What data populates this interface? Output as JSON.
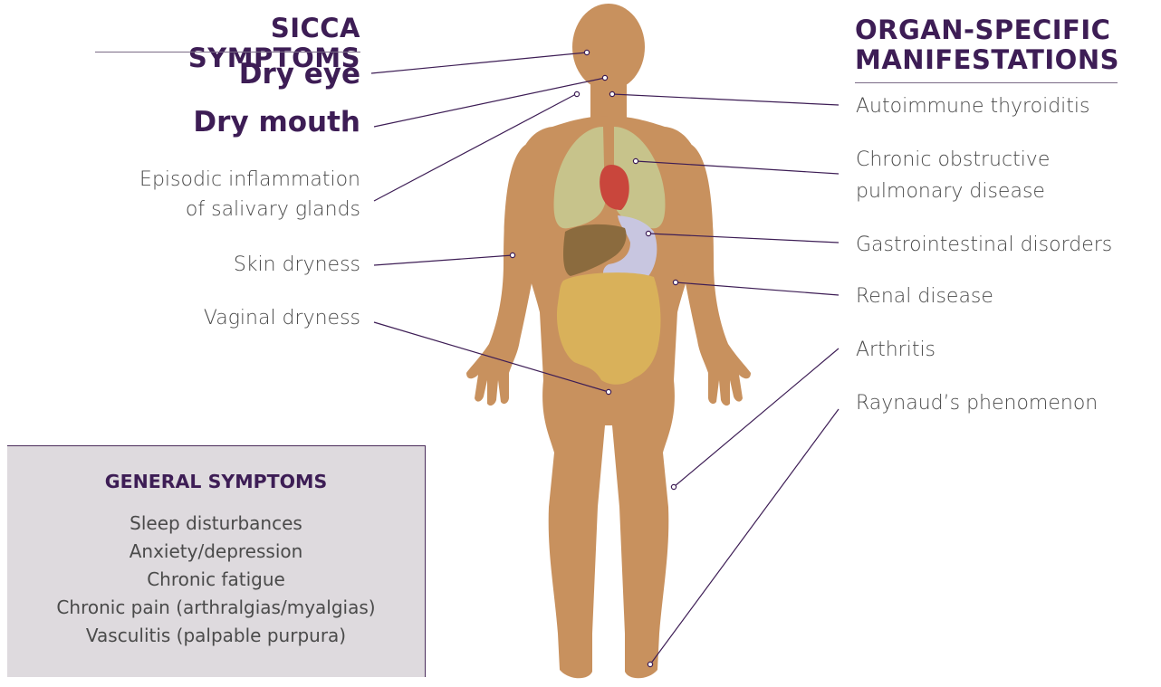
{
  "sicca": {
    "heading": "SICCA SYMPTOMS",
    "primary": [
      "Dry eye",
      "Dry mouth"
    ],
    "secondary": [
      "Episodic inflammation\nof salivary glands",
      "Skin dryness",
      "Vaginal dryness"
    ]
  },
  "organ": {
    "heading_line1": "ORGAN-SPECIFIC",
    "heading_line2": "MANIFESTATIONS",
    "items": [
      "Autoimmune thyroiditis",
      "Chronic obstructive",
      "pulmonary disease",
      "Gastrointestinal disorders",
      "Renal disease",
      "Arthritis",
      "Raynaud’s phenomenon"
    ]
  },
  "general": {
    "heading": "GENERAL SYMPTOMS",
    "items": [
      "Sleep disturbances",
      "Anxiety/depression",
      "Chronic fatigue",
      "Chronic pain (arthralgias/myalgias)",
      "Vasculitis (palpable purpura)"
    ]
  },
  "colors": {
    "heading": "#3d1d55",
    "body": "#c8915e",
    "lungs": "#c7c38b",
    "heart": "#c9463c",
    "liver": "#8b6b3e",
    "stomach": "#c8c6e0",
    "intestines": "#d9b15a",
    "box": "#dedade",
    "leader": "#3d1d55"
  }
}
